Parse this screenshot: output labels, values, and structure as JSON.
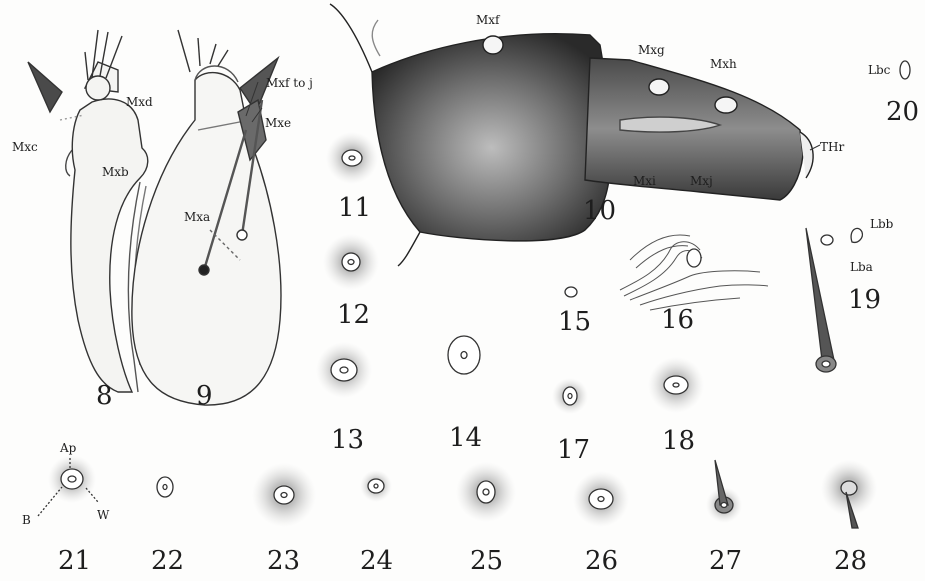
{
  "figure_numbers": {
    "f8": "8",
    "f9": "9",
    "f10": "10",
    "f11": "11",
    "f12": "12",
    "f13": "13",
    "f14": "14",
    "f15": "15",
    "f16": "16",
    "f17": "17",
    "f18": "18",
    "f19": "19",
    "f20": "20",
    "f21": "21",
    "f22": "22",
    "f23": "23",
    "f24": "24",
    "f25": "25",
    "f26": "26",
    "f27": "27",
    "f28": "28"
  },
  "labels": {
    "mxa": "Mxa",
    "mxb": "Mxb",
    "mxc": "Mxc",
    "mxd": "Mxd",
    "mxe": "Mxe",
    "mxf_toj": "Mxf to j",
    "mxf": "Mxf",
    "mxg": "Mxg",
    "mxh": "Mxh",
    "mxi": "Mxi",
    "mxj": "Mxj",
    "thr": "THr",
    "lba": "Lba",
    "lbb": "Lbb",
    "lbc": "Lbc",
    "ap": "Ap",
    "b": "B",
    "w": "W"
  }
}
